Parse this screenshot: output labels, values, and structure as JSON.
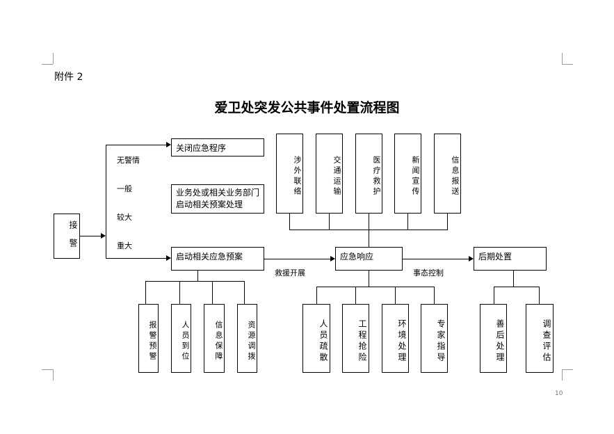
{
  "attachment": "附件 2",
  "title": "爱卫处突发公共事件处置流程图",
  "receive": "接警",
  "levels": [
    "无警情",
    "一般",
    "较大",
    "重大"
  ],
  "close": "关闭应急程序",
  "dept": "业务处或相关业务部门启动相关预案处理",
  "start_plan": "启动相关应急预案",
  "top_boxes": [
    "涉外联络",
    "交通运输",
    "医疗救护",
    "新闻宣传",
    "信息报送"
  ],
  "response": "应急响应",
  "after": "后期处置",
  "rescue_label": "救援开展",
  "control_label": "事态控制",
  "left_children": [
    "报警预警",
    "人员到位",
    "信息保障",
    "资源调拨"
  ],
  "mid_children": [
    "人员疏散",
    "工程抢险",
    "环境处理",
    "专家指导"
  ],
  "right_children": [
    "善后处理",
    "调查评估"
  ],
  "page_number": "10"
}
